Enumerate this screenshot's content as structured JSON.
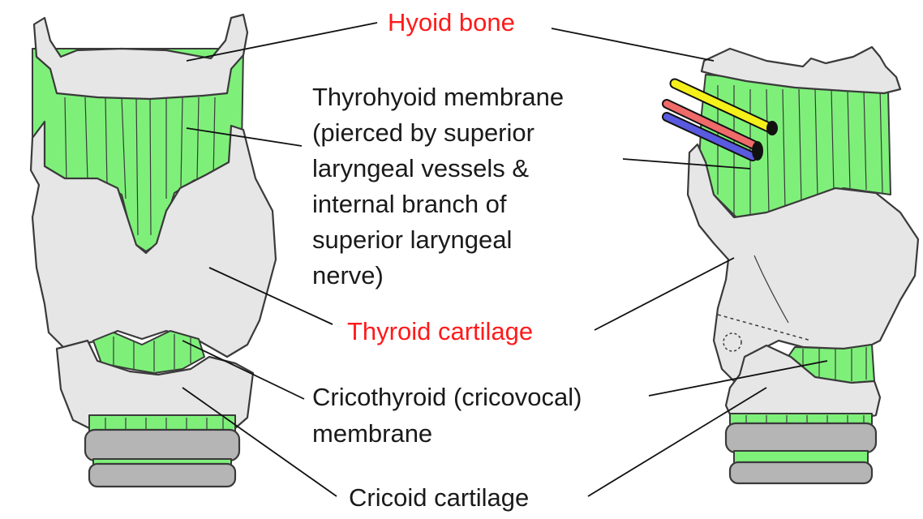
{
  "labels": {
    "hyoid_bone": "Hyoid bone",
    "thyrohyoid_membrane": [
      "Thyrohyoid membrane",
      "(pierced by superior",
      "laryngeal vessels &",
      "internal branch of",
      "superior laryngeal",
      "nerve)"
    ],
    "thyroid_cartilage": "Thyroid cartilage",
    "cricothyroid_membrane": [
      "Cricothyroid (cricovocal)",
      "membrane"
    ],
    "cricoid_cartilage": "Cricoid cartilage"
  },
  "colors": {
    "highlight_label": "#ff1a1a",
    "normal_label": "#1a1a1a",
    "membrane": "#7ef07a",
    "cartilage": "#e6e6e6",
    "cricoid_ring": "#b5b5b5",
    "artery": "#f06a6a",
    "vein": "#5a5ae0",
    "nerve": "#f5f01a"
  }
}
